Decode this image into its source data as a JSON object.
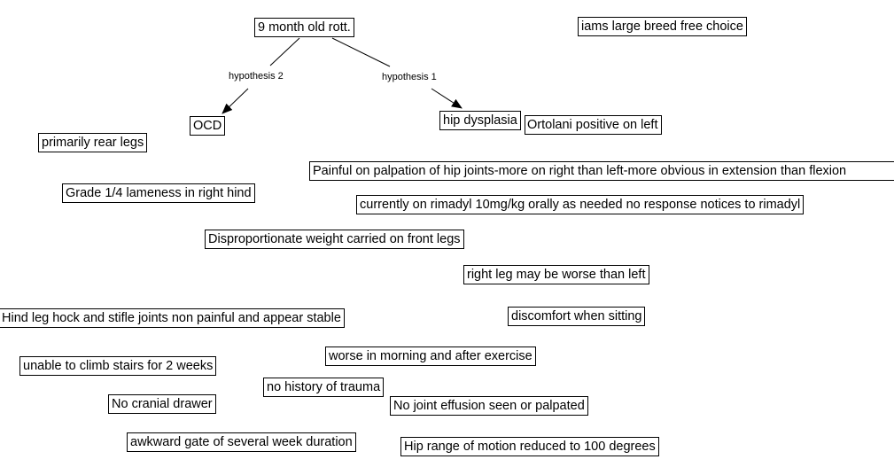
{
  "diagram": {
    "type": "concept-map",
    "root": {
      "id": "root",
      "label": "9 month old rott."
    },
    "links": [
      {
        "from": "root",
        "to": "hip-dysplasia",
        "label": "hypothesis 1"
      },
      {
        "from": "root",
        "to": "ocd",
        "label": "hypothesis 2"
      }
    ],
    "hypotheses": [
      {
        "id": "ocd",
        "label": "OCD"
      },
      {
        "id": "hip-dysplasia",
        "label": "hip dysplasia"
      }
    ],
    "findings": [
      {
        "id": "diet",
        "label": "iams large breed free choice"
      },
      {
        "id": "ortolani",
        "label": "Ortolani positive on left"
      },
      {
        "id": "rear-legs",
        "label": "primarily rear legs"
      },
      {
        "id": "painful-palpation",
        "label": "Painful on palpation of hip joints-more on right than left-more obvious in extension than flexion"
      },
      {
        "id": "lameness-grade",
        "label": "Grade 1/4 lameness in right hind"
      },
      {
        "id": "rimadyl",
        "label": "currently on rimadyl 10mg/kg orally as needed no response notices to rimadyl"
      },
      {
        "id": "weight-front",
        "label": "Disproportionate weight carried on front legs"
      },
      {
        "id": "right-worse",
        "label": "right leg may be worse than left"
      },
      {
        "id": "hock-stifle",
        "label": "Hind leg hock and stifle joints non painful and appear stable"
      },
      {
        "id": "sitting",
        "label": "discomfort when sitting"
      },
      {
        "id": "stairs",
        "label": "unable to climb stairs for 2 weeks"
      },
      {
        "id": "morning",
        "label": "worse in morning and after exercise"
      },
      {
        "id": "trauma",
        "label": "no history of trauma"
      },
      {
        "id": "cranial-drawer",
        "label": "No cranial drawer"
      },
      {
        "id": "effusion",
        "label": "No joint effusion seen or palpated"
      },
      {
        "id": "gait",
        "label": "awkward gate of several week duration"
      },
      {
        "id": "rom",
        "label": "Hip range of motion reduced to 100 degrees"
      }
    ]
  }
}
